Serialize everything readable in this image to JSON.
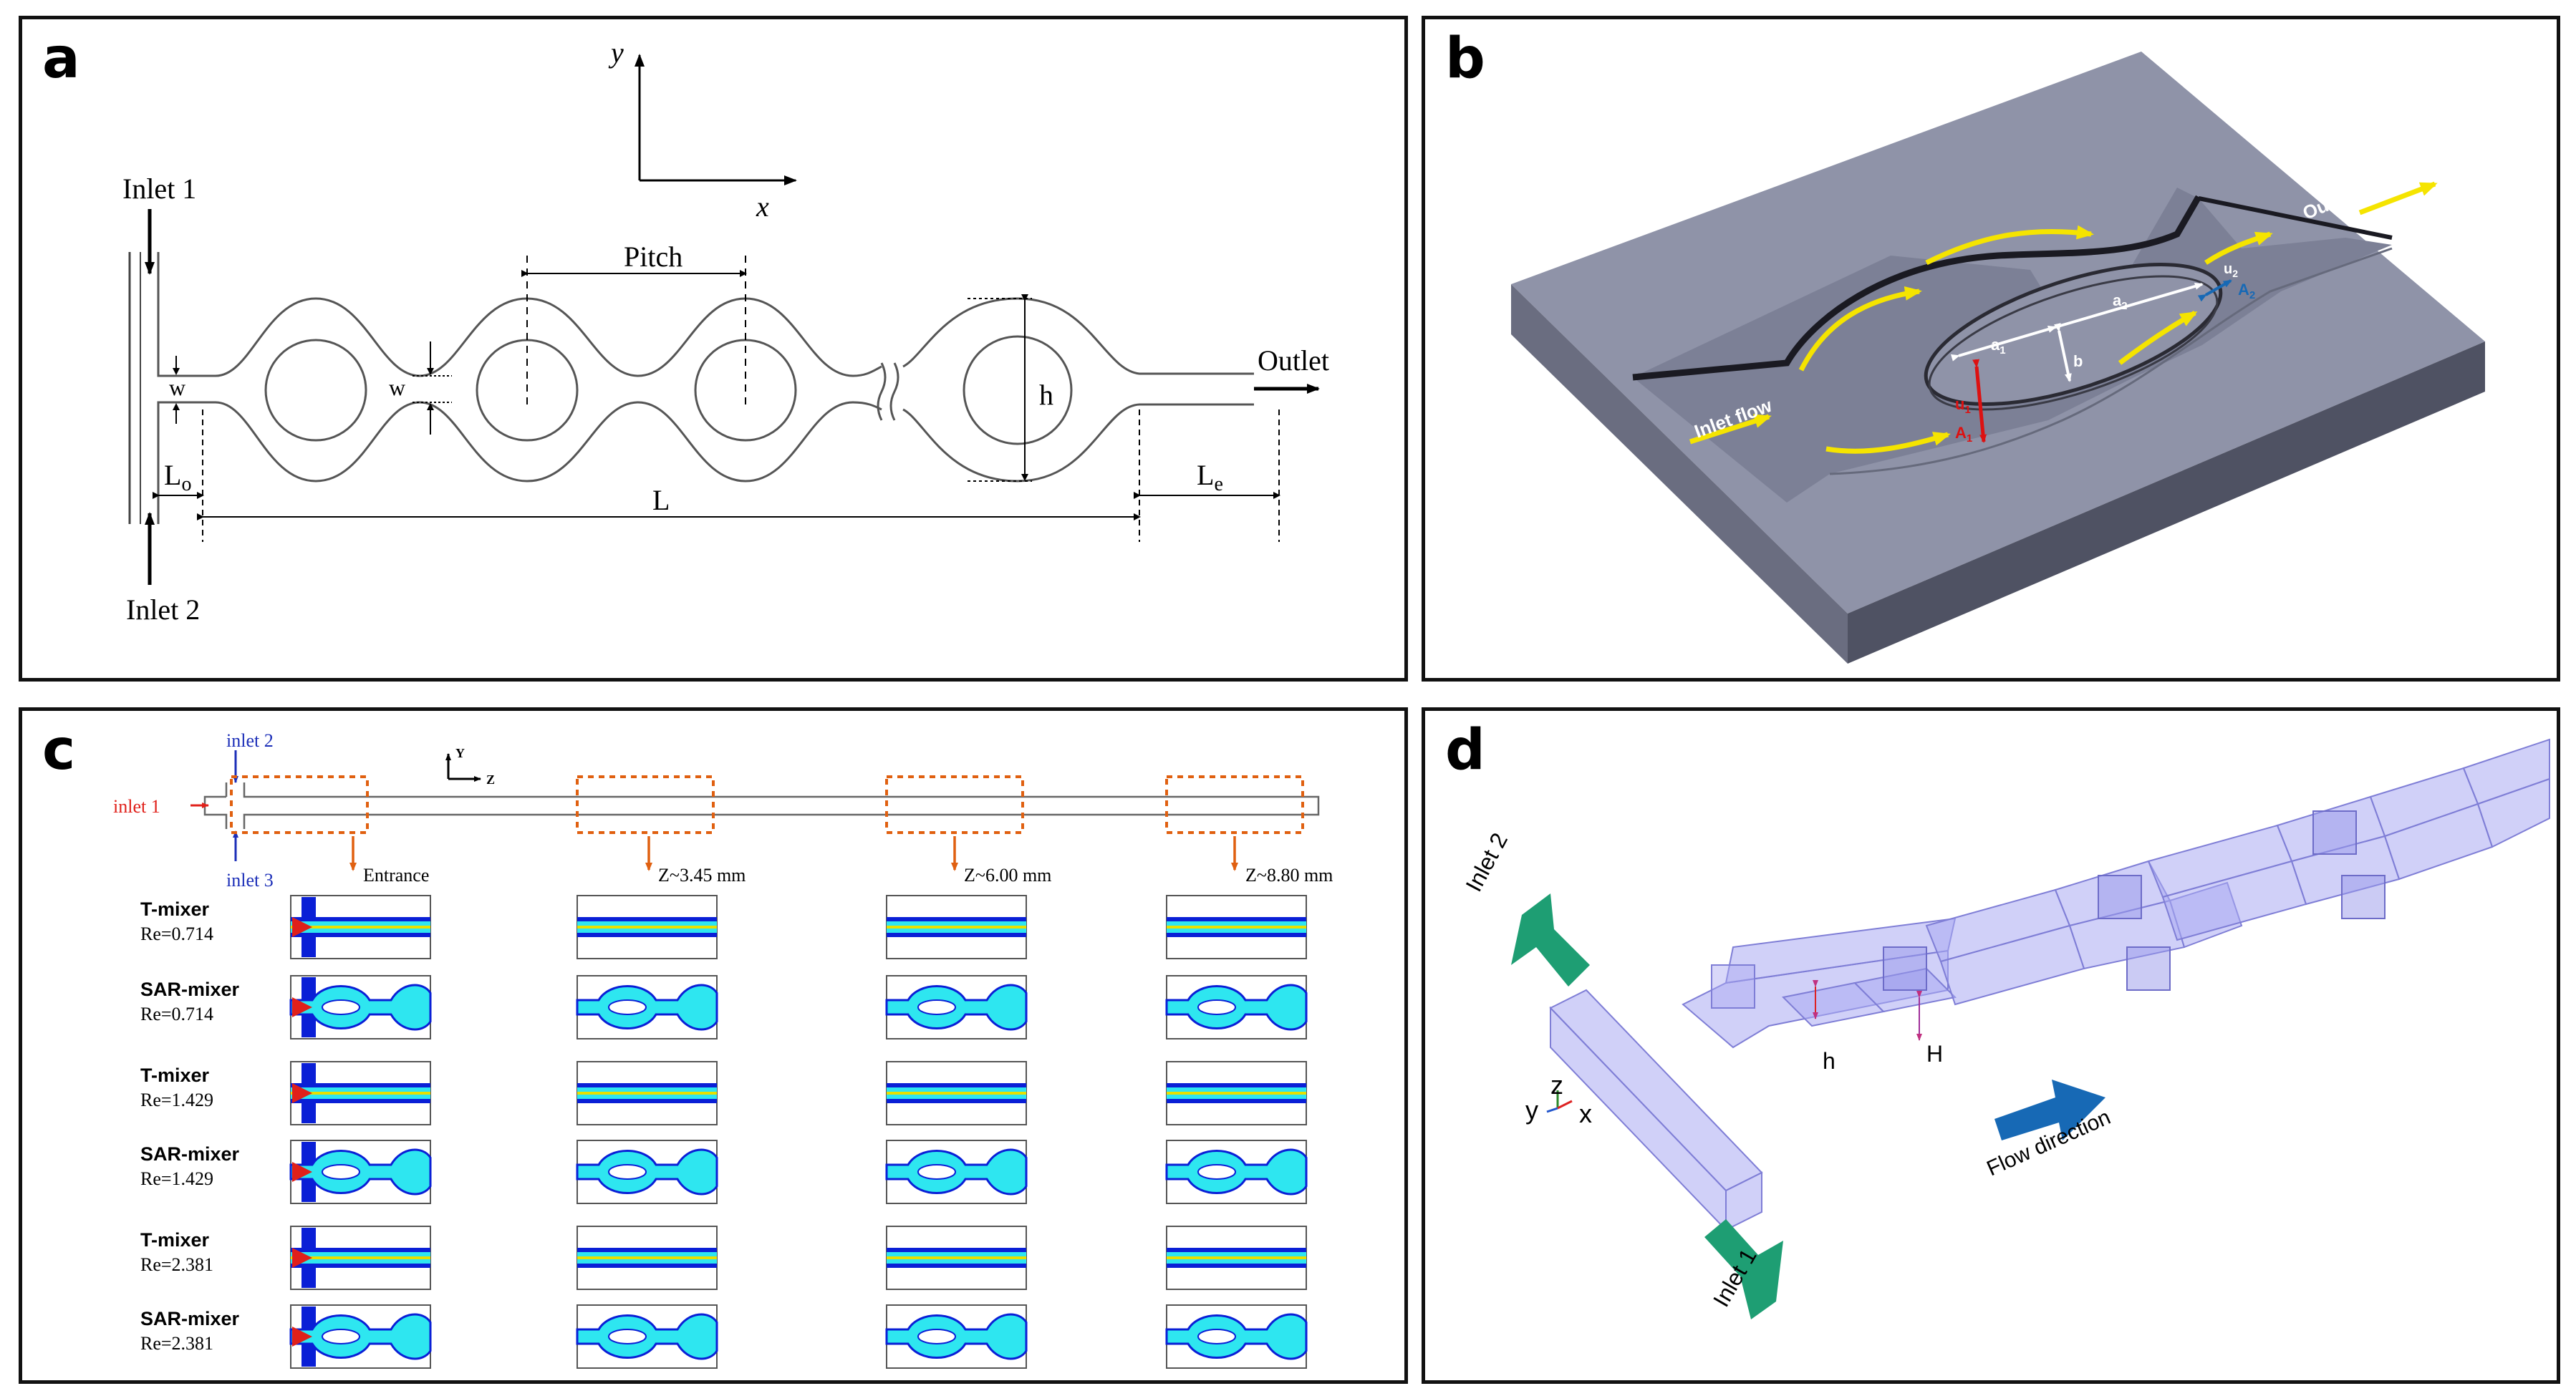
{
  "panels": {
    "a": {
      "label": "a",
      "axis_y": "y",
      "axis_x": "x",
      "inlet1": "Inlet 1",
      "inlet2": "Inlet 2",
      "outlet": "Outlet",
      "pitch": "Pitch",
      "w1": "w",
      "w2": "w",
      "h": "h",
      "L": "L",
      "Lo": "L",
      "Lo_sub": "o",
      "Le": "L",
      "Le_sub": "e"
    },
    "b": {
      "label": "b",
      "inlet_flow": "Inlet flow",
      "outlet_flow": "Outlet flow",
      "a1": "a",
      "a1_sub": "1",
      "a2": "a",
      "a2_sub": "2",
      "b": "b",
      "u1": "u",
      "u1_sub": "1",
      "A1": "A",
      "A1_sub": "1",
      "u2": "u",
      "u2_sub": "2",
      "A2": "A",
      "A2_sub": "2"
    },
    "c": {
      "label": "c",
      "inlet1": "inlet 1",
      "inlet2": "inlet 2",
      "inlet3": "inlet 3",
      "axis_y": "Y",
      "axis_z": "Z",
      "cols": [
        "Entrance",
        "Z~3.45 mm",
        "Z~6.00 mm",
        "Z~8.80 mm"
      ],
      "rows": [
        {
          "name": "T-mixer",
          "re": "Re=0.714"
        },
        {
          "name": "SAR-mixer",
          "re": "Re=0.714"
        },
        {
          "name": "T-mixer",
          "re": "Re=1.429"
        },
        {
          "name": "SAR-mixer",
          "re": "Re=1.429"
        },
        {
          "name": "T-mixer",
          "re": "Re=2.381"
        },
        {
          "name": "SAR-mixer",
          "re": "Re=2.381"
        }
      ]
    },
    "d": {
      "label": "d",
      "inlet2": "Inlet 2",
      "inlet1": "Inlet 1",
      "h": "h",
      "H": "H",
      "flow": "Flow direction",
      "ax_y": "y",
      "ax_z": "z",
      "ax_x": "x"
    }
  },
  "colors": {
    "frame": "#111111",
    "steel": "#8b8fa3",
    "steel_side": "#5f6273",
    "flow_arrow": "#f5e400",
    "channel3d": "#aaa9f2",
    "teal_arrow": "#1e9e73",
    "blue_arrow": "#1769b5",
    "orange": "#e06010",
    "cfd_blue": "#0a1fd6",
    "cfd_cyan": "#2ee6f0"
  }
}
